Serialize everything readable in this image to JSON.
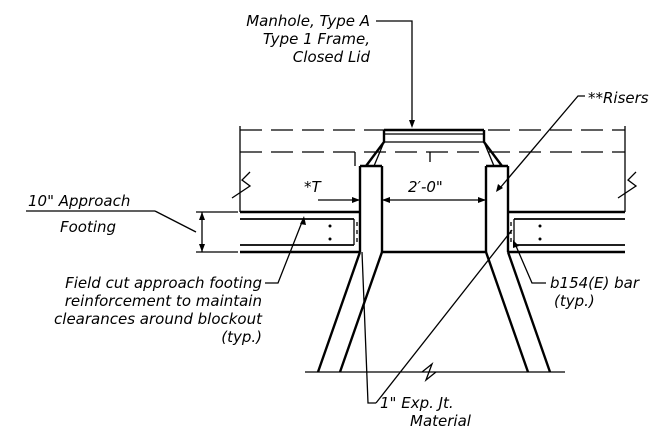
{
  "labels": {
    "manhole_line1": "Manhole, Type A",
    "manhole_line2": "Type 1 Frame,",
    "manhole_line3": "Closed Lid",
    "risers": "**Risers",
    "t_dim": "*T",
    "width_dim": "2′-0\"",
    "approach_line1": "10\" Approach",
    "approach_line2": "Footing",
    "field_cut_line1": "Field cut approach footing",
    "field_cut_line2": "reinforcement to maintain",
    "field_cut_line3": "clearances around blockout",
    "field_cut_line4": "(typ.)",
    "bar_line1": "b154(E) bar",
    "bar_line2": "(typ.)",
    "exp_jt_line1": "1\" Exp. Jt.",
    "exp_jt_line2": "Material"
  }
}
